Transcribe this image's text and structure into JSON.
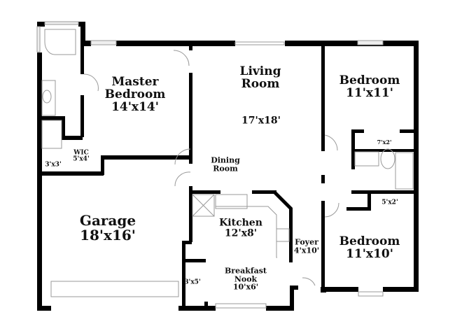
{
  "plan": {
    "wall_color": "#000000",
    "fixture_color": "#9a9a9a",
    "background": "#ffffff",
    "rooms": [
      {
        "id": "master",
        "name": "Master Bedroom",
        "lines": [
          "Master",
          "Bedroom",
          "14'x14'"
        ]
      },
      {
        "id": "living",
        "name": "Living Room",
        "lines": [
          "Living",
          "Room"
        ],
        "dims": "17'x18'"
      },
      {
        "id": "bedroom1",
        "name": "Bedroom",
        "lines": [
          "Bedroom",
          "11'x11'"
        ]
      },
      {
        "id": "bedroom2",
        "name": "Bedroom",
        "lines": [
          "Bedroom",
          "11'x10'"
        ]
      },
      {
        "id": "garage",
        "name": "Garage",
        "lines": [
          "Garage",
          "18'x16'"
        ]
      },
      {
        "id": "dining",
        "name": "Dining Room",
        "lines": [
          "Dining",
          "Room"
        ]
      },
      {
        "id": "kitchen",
        "name": "Kitchen",
        "lines": [
          "Kitchen",
          "12'x8'"
        ]
      },
      {
        "id": "foyer",
        "name": "Foyer",
        "lines": [
          "Foyer",
          "4'x10'"
        ]
      },
      {
        "id": "nook",
        "name": "Breakfast Nook",
        "lines": [
          "Breakfast",
          "Nook",
          "10'x6'"
        ]
      },
      {
        "id": "wic",
        "name": "WIC",
        "lines": [
          "WIC",
          "5'x4'"
        ]
      },
      {
        "id": "closet_3x3",
        "lines": [
          "3'x3'"
        ]
      },
      {
        "id": "closet_3x5",
        "lines": [
          "3'x5'"
        ]
      },
      {
        "id": "closet_7x2",
        "lines": [
          "7'x2'"
        ]
      },
      {
        "id": "closet_5x2",
        "lines": [
          "5'x2'"
        ]
      }
    ]
  }
}
